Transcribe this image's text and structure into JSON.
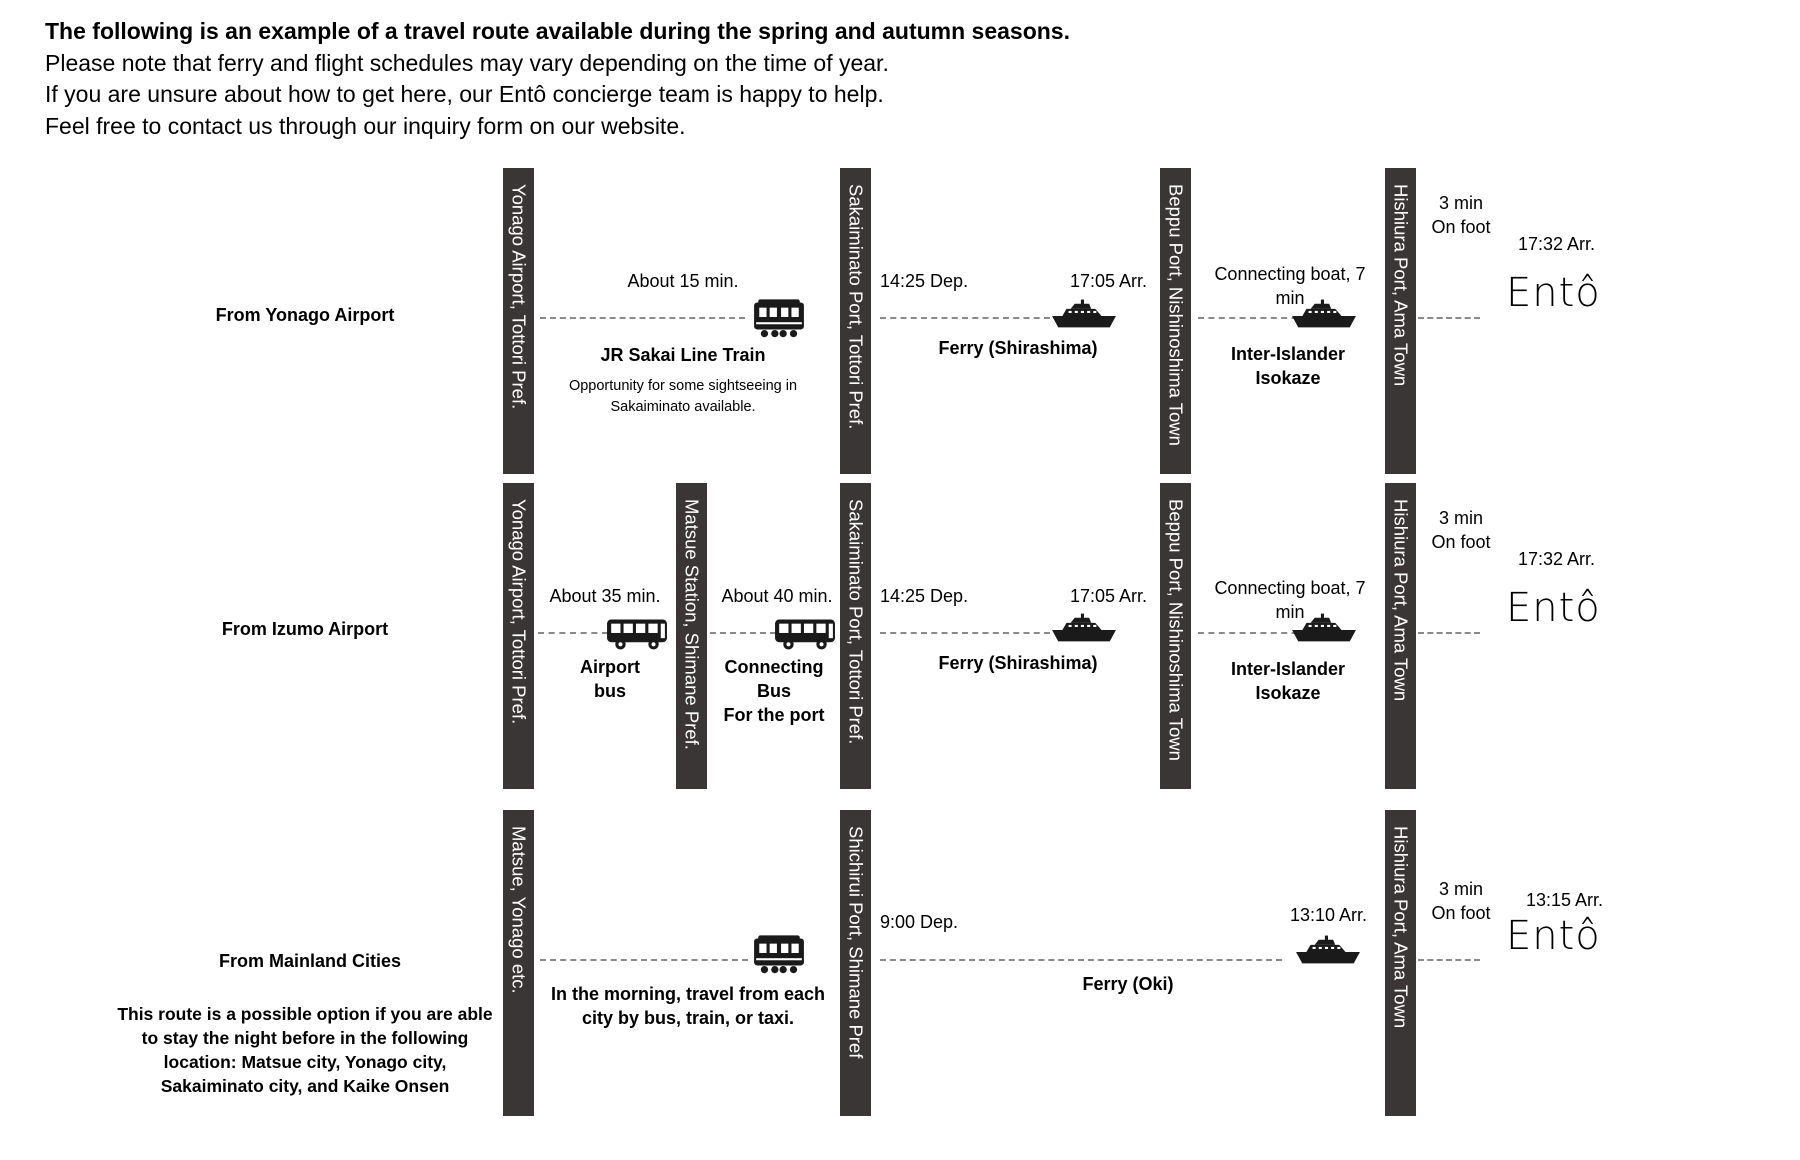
{
  "intro": {
    "line1": "The following is an example of a travel route available during the spring and autumn seasons.",
    "line2": "Please note that ferry and flight schedules may vary depending on the time of year.",
    "line3": "If you are unsure about how to get here, our Entô concierge team is happy to help.",
    "line4": "Feel free to contact us through our inquiry form on our website."
  },
  "destination": "Entô",
  "rows": [
    {
      "title": "From Yonago Airport",
      "stops": [
        "Yonago Airport, Tottori Pref.",
        "Sakaiminato Port, Tottori Pref.",
        "Beppu Port, Nishinoshima Town",
        "Hishiura Port, Ama Town"
      ],
      "leg1": {
        "duration": "About 15 min.",
        "name": "JR Sakai Line Train",
        "note": "Opportunity for some sightseeing in Sakaiminato available.",
        "icon": "train-icon"
      },
      "leg2": {
        "dep": "14:25 Dep.",
        "arr": "17:05 Arr.",
        "name": "Ferry (Shirashima)",
        "icon": "ship-icon"
      },
      "leg3": {
        "duration": "Connecting boat, 7 min",
        "name_line1": "Inter-Islander",
        "name_line2": "Isokaze",
        "icon": "ship-icon"
      },
      "walk": {
        "duration": "3 min",
        "mode": "On foot",
        "arr": "17:32 Arr."
      }
    },
    {
      "title": "From Izumo Airport",
      "stops": [
        "Yonago Airport, Tottori Pref.",
        "Matsue Station, Shimane Pref.",
        "Sakaiminato Port, Tottori Pref.",
        "Beppu Port, Nishinoshima Town",
        "Hishiura Port, Ama Town"
      ],
      "leg1": {
        "duration": "About 35 min.",
        "name_line1": "Airport",
        "name_line2": "bus",
        "icon": "bus-icon"
      },
      "leg1b": {
        "duration": "About 40 min.",
        "name_line1": "Connecting",
        "name_line2": "Bus",
        "name_line3": "For the port",
        "icon": "bus-icon"
      },
      "leg2": {
        "dep": "14:25 Dep.",
        "arr": "17:05 Arr.",
        "name": "Ferry (Shirashima)",
        "icon": "ship-icon"
      },
      "leg3": {
        "duration": "Connecting boat, 7 min",
        "name_line1": "Inter-Islander",
        "name_line2": "Isokaze",
        "icon": "ship-icon"
      },
      "walk": {
        "duration": "3 min",
        "mode": "On foot",
        "arr": "17:32 Arr."
      }
    },
    {
      "title": "From Mainland Cities",
      "note": "This route is a possible option if you are able to stay the night before in the following location: Matsue city, Yonago city, Sakaiminato city, and Kaike Onsen",
      "stops": [
        "Matsue, Yonago etc.",
        "Shichirui Port, Shimane Pref",
        "Hishiura Port, Ama Town"
      ],
      "leg1": {
        "name": "In the morning, travel from each city by bus, train, or taxi.",
        "icon": "train-icon"
      },
      "leg2": {
        "dep": "9:00 Dep.",
        "arr": "13:10 Arr.",
        "name": "Ferry (Oki)",
        "icon": "ship-icon"
      },
      "walk": {
        "duration": "3 min",
        "mode": "On foot",
        "arr": "13:15 Arr."
      }
    }
  ]
}
